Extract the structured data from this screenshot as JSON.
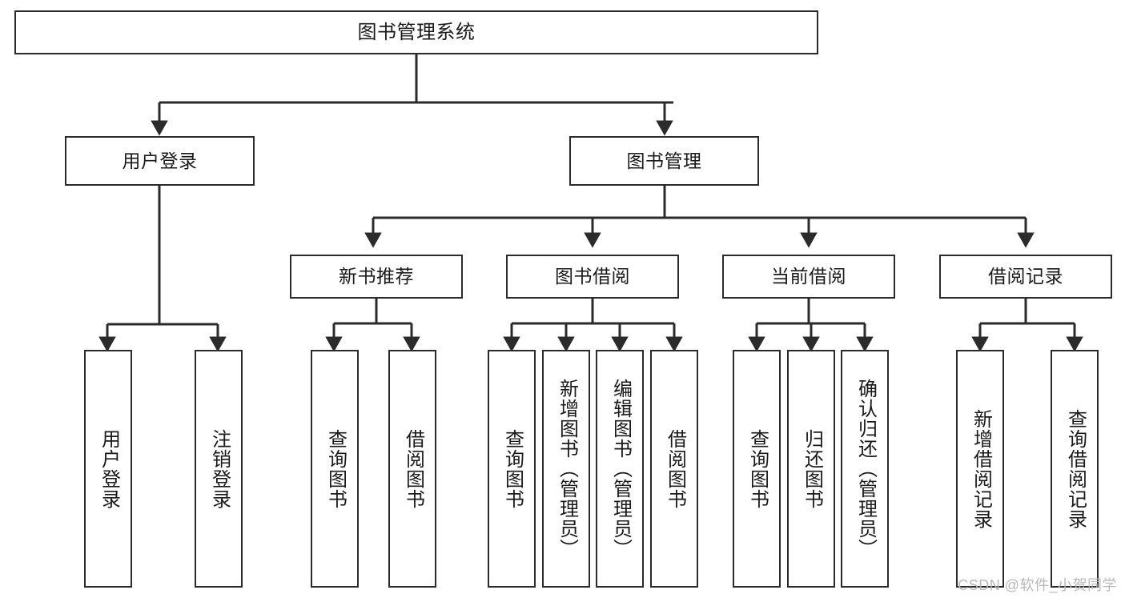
{
  "diagram": {
    "title": "图书管理系统",
    "watermark": "CSDN @软件_小贺同学",
    "type": "tree-hierarchy-diagram",
    "colors": {
      "box_border": "#2b2b2b",
      "box_fill": "#ffffff",
      "connector": "#2b2b2b",
      "text": "#1a1a1a",
      "watermark": "#b8b8b8",
      "background": "#ffffff"
    },
    "root": {
      "label": "图书管理系统"
    },
    "level2": [
      {
        "label": "用户登录"
      },
      {
        "label": "图书管理"
      }
    ],
    "level3": [
      {
        "label": "新书推荐"
      },
      {
        "label": "图书借阅"
      },
      {
        "label": "当前借阅"
      },
      {
        "label": "借阅记录"
      }
    ],
    "leaves": {
      "user_login": [
        {
          "label": "用户登录"
        },
        {
          "label": "注销登录"
        }
      ],
      "new_book_recommend": [
        {
          "label": "查询图书"
        },
        {
          "label": "借阅图书"
        }
      ],
      "book_borrow": [
        {
          "label": "查询图书"
        },
        {
          "label": "新增图书（管理员）"
        },
        {
          "label": "编辑图书（管理员）"
        },
        {
          "label": "借阅图书"
        }
      ],
      "current_borrow": [
        {
          "label": "查询图书"
        },
        {
          "label": "归还图书"
        },
        {
          "label": "确认归还（管理员）"
        }
      ],
      "borrow_record": [
        {
          "label": "新增借阅记录"
        },
        {
          "label": "查询借阅记录"
        }
      ]
    }
  }
}
